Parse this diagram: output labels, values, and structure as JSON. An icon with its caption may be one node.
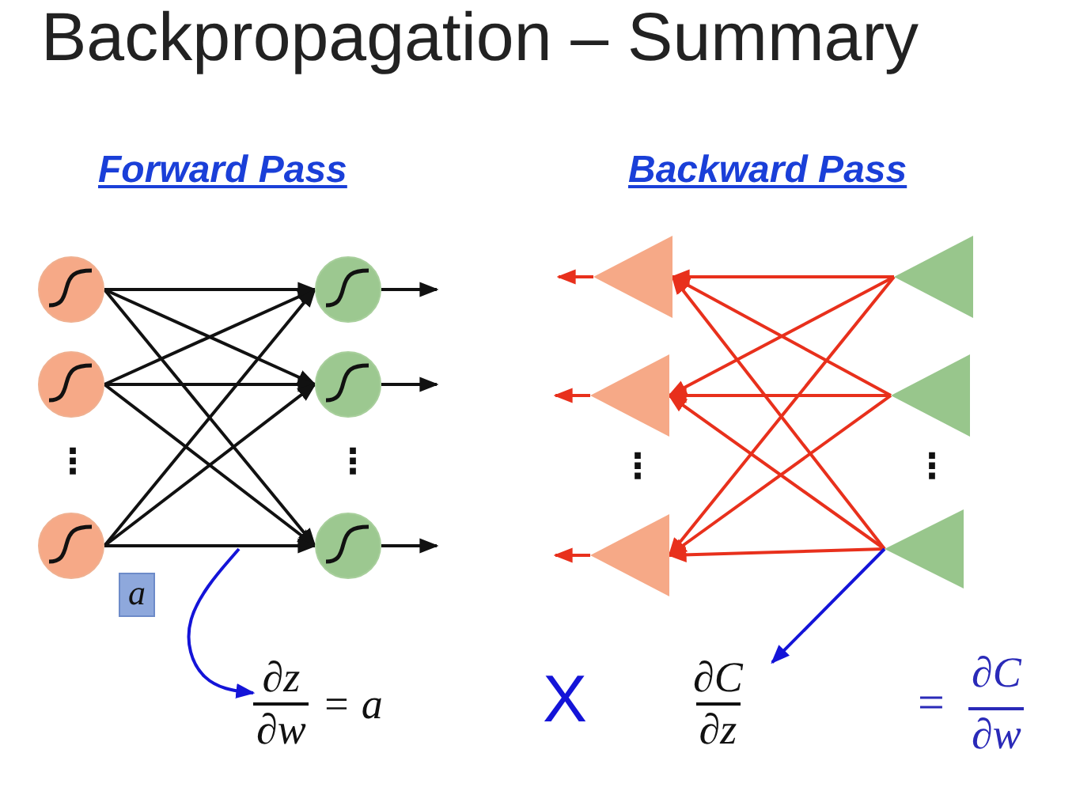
{
  "diagram": {
    "title": "Backpropagation – Summary",
    "nodes": [
      {
        "text": [],
        "shape": "circle"
      },
      {
        "text": [],
        "shape": "circle"
      },
      {
        "text": [],
        "shape": "circle"
      },
      {
        "text": [],
        "shape": "circle"
      },
      {
        "text": [],
        "shape": "circle"
      },
      {
        "text": [],
        "shape": "circle"
      },
      {
        "text": [],
        "shape": "triangle"
      },
      {
        "text": [],
        "shape": "triangle"
      },
      {
        "text": [],
        "shape": "triangle"
      },
      {
        "text": [],
        "shape": "triangle"
      },
      {
        "text": [],
        "shape": "triangle"
      },
      {
        "text": [],
        "shape": "triangle"
      },
      {
        "text": [
          "a"
        ]
      },
      {
        "text": [
          "∂z",
          "∂w",
          "= a"
        ]
      },
      {
        "text": [
          "∂C",
          "∂z"
        ]
      }
    ],
    "edges": [
      {
        "from": 0,
        "to": 3,
        "arrow": "to"
      },
      {
        "from": 0,
        "to": 4,
        "arrow": "to"
      },
      {
        "from": 0,
        "to": 5,
        "arrow": "to"
      },
      {
        "from": 1,
        "to": 3,
        "arrow": "to"
      },
      {
        "from": 1,
        "to": 4,
        "arrow": "to"
      },
      {
        "from": 1,
        "to": 5,
        "arrow": "to"
      },
      {
        "from": 2,
        "to": 3,
        "arrow": "to"
      },
      {
        "from": 2,
        "to": 4,
        "arrow": "to"
      },
      {
        "from": 2,
        "to": 5,
        "arrow": "to"
      },
      {
        "from": 3,
        "to": null,
        "arrow": "to"
      },
      {
        "from": 4,
        "to": null,
        "arrow": "to"
      },
      {
        "from": 5,
        "to": null,
        "arrow": "to"
      },
      {
        "from": 9,
        "to": 6,
        "arrow": "to",
        "color": "#e8301c"
      },
      {
        "from": 9,
        "to": 7,
        "arrow": "to",
        "color": "#e8301c"
      },
      {
        "from": 9,
        "to": 8,
        "arrow": "to",
        "color": "#e8301c"
      },
      {
        "from": 10,
        "to": 6,
        "arrow": "to",
        "color": "#e8301c"
      },
      {
        "from": 10,
        "to": 7,
        "arrow": "to",
        "color": "#e8301c"
      },
      {
        "from": 10,
        "to": 8,
        "arrow": "to",
        "color": "#e8301c"
      },
      {
        "from": 11,
        "to": 6,
        "arrow": "to",
        "color": "#e8301c"
      },
      {
        "from": 11,
        "to": 7,
        "arrow": "to",
        "color": "#e8301c"
      },
      {
        "from": 11,
        "to": 8,
        "arrow": "to",
        "color": "#e8301c"
      },
      {
        "from": 6,
        "to": null,
        "arrow": "to",
        "color": "#e8301c"
      },
      {
        "from": 7,
        "to": null,
        "arrow": "to",
        "color": "#e8301c"
      },
      {
        "from": 8,
        "to": null,
        "arrow": "to",
        "color": "#e8301c"
      },
      {
        "from": null,
        "to": 13,
        "arrow": "to",
        "color": "#1414d8"
      },
      {
        "from": 11,
        "to": 14,
        "arrow": "to",
        "color": "#1414d8"
      }
    ],
    "labels": [
      "Forward Pass",
      "Backward Pass",
      "⋮",
      "⋮",
      "⋮",
      "⋮",
      "X",
      "=",
      "∂C",
      "∂w"
    ]
  }
}
